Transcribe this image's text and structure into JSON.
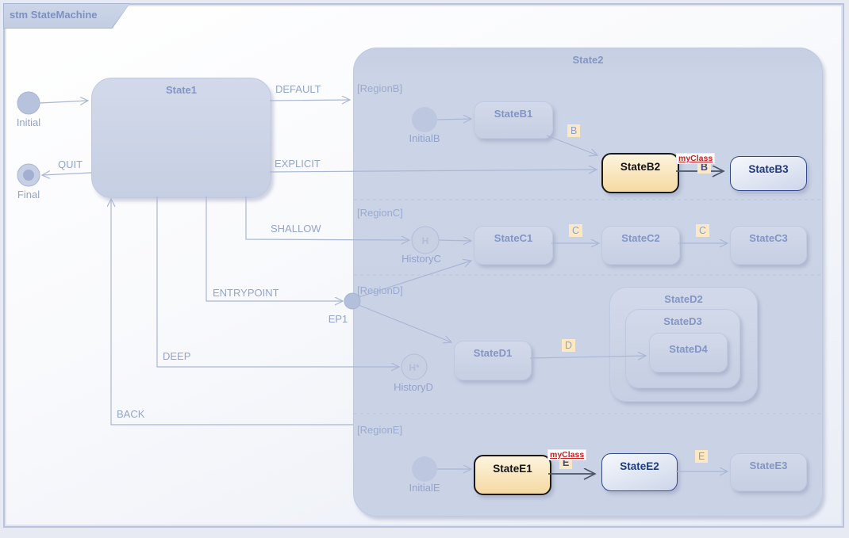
{
  "frame": {
    "tab_title": "stm StateMachine"
  },
  "states": {
    "state1": "State1",
    "state2": "State2",
    "stateB1": "StateB1",
    "stateB2": "StateB2",
    "stateB3": "StateB3",
    "stateC1": "StateC1",
    "stateC2": "StateC2",
    "stateC3": "StateC3",
    "stateD1": "StateD1",
    "stateD2": "StateD2",
    "stateD3": "StateD3",
    "stateD4": "StateD4",
    "stateE1": "StateE1",
    "stateE2": "StateE2",
    "stateE3": "StateE3"
  },
  "regions": {
    "b": "[RegionB]",
    "c": "[RegionC]",
    "d": "[RegionD]",
    "e": "[RegionE]"
  },
  "pseudostates": {
    "initial": "Initial",
    "final": "Final",
    "initialB": "InitialB",
    "initialE": "InitialE",
    "historyC": "HistoryC",
    "historyC_glyph": "H",
    "historyD": "HistoryD",
    "historyD_glyph": "H*",
    "ep1": "EP1"
  },
  "transitions": {
    "default": "DEFAULT",
    "quit": "QUIT",
    "explicit": "EXPLICIT",
    "shallow": "SHALLOW",
    "entrypoint": "ENTRYPOINT",
    "deep": "DEEP",
    "back": "BACK"
  },
  "badges": {
    "regionB_event": "B",
    "b_trigger": "B",
    "regionC_event1": "C",
    "regionC_event2": "C",
    "regionD_event": "D",
    "e_trigger": "E",
    "regionE_event": "E"
  },
  "stereotypes": {
    "myclass_b": "myClass",
    "myclass_e": "myClass"
  },
  "colors": {
    "highlight_orange": "#f5d9a2",
    "highlight_blue_border": "#34498a",
    "badge_bg": "#fce9c4",
    "stereotype_red": "#c32222",
    "faded_line": "#a9b6d5",
    "dark_line": "#4a5568",
    "fill_faded": "#c9d2e5"
  }
}
